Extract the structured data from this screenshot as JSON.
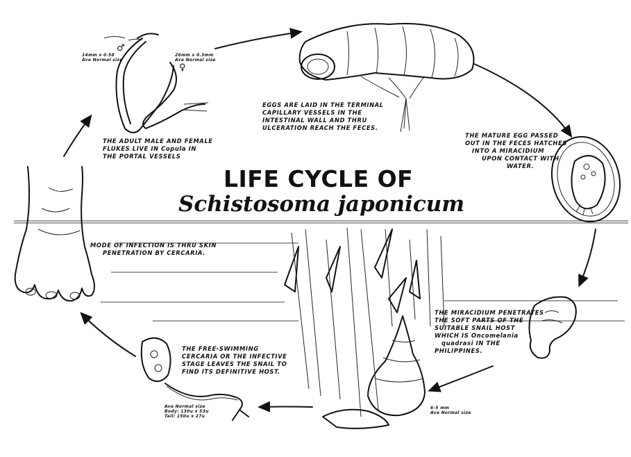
{
  "title": {
    "line1": "LIFE CYCLE OF",
    "line2_genus": "Schistosoma",
    "line2_species": "japonicum"
  },
  "stages": {
    "adult_flukes": [
      "THE ADULT MALE AND FEMALE",
      "FLUKES LIVE IN Copula IN",
      "THE PORTAL VESSELS"
    ],
    "eggs_laid": [
      "EGGS ARE LAID IN THE TERMINAL",
      "CAPILLARY VESSELS IN THE",
      "INTESTINAL WALL AND THRU",
      "ULCERATION REACH THE FECES."
    ],
    "mature_egg": [
      "THE MATURE EGG PASSED",
      "OUT IN THE FECES HATCHES",
      "INTO A MIRACIDIUM",
      "UPON CONTACT WITH",
      "WATER."
    ],
    "miracidium": [
      "THE MIRACIDIUM PENETRATES",
      "THE SOFT PARTS OF THE",
      "SUITABLE SNAIL HOST",
      "WHICH IS Oncomelania",
      "quadrasi IN THE",
      "PHILIPPINES."
    ],
    "cercaria": [
      "THE FREE-SWIMMING",
      "CERCARIA OR THE INFECTIVE",
      "STAGE LEAVES THE SNAIL TO",
      "FIND ITS DEFINITIVE HOST."
    ],
    "infection": [
      "MODE OF INFECTION IS THRU SKIN",
      "PENETRATION BY CERCARIA."
    ]
  },
  "size_notes": {
    "male": [
      "14mm x 0.58",
      "Ave Normal size"
    ],
    "female": [
      "26mm x 0.3mm",
      "Ave Normal size"
    ],
    "snail": [
      "6-5 mm",
      "Ave Normal size"
    ],
    "cercaria": [
      "Ave Normal size",
      "Body: 130u x 53u",
      "Tail: 150u x 27u"
    ]
  },
  "symbols": {
    "male": "♂",
    "female": "♀"
  },
  "colors": {
    "ink": "#111111",
    "paper": "#ffffff"
  },
  "icons": [
    "adult-flukes-drawing",
    "intestine-drawing",
    "egg-drawing",
    "miracidium-drawing",
    "snail-drawing",
    "cercaria-drawing",
    "foot-drawing",
    "cycle-arrow"
  ]
}
